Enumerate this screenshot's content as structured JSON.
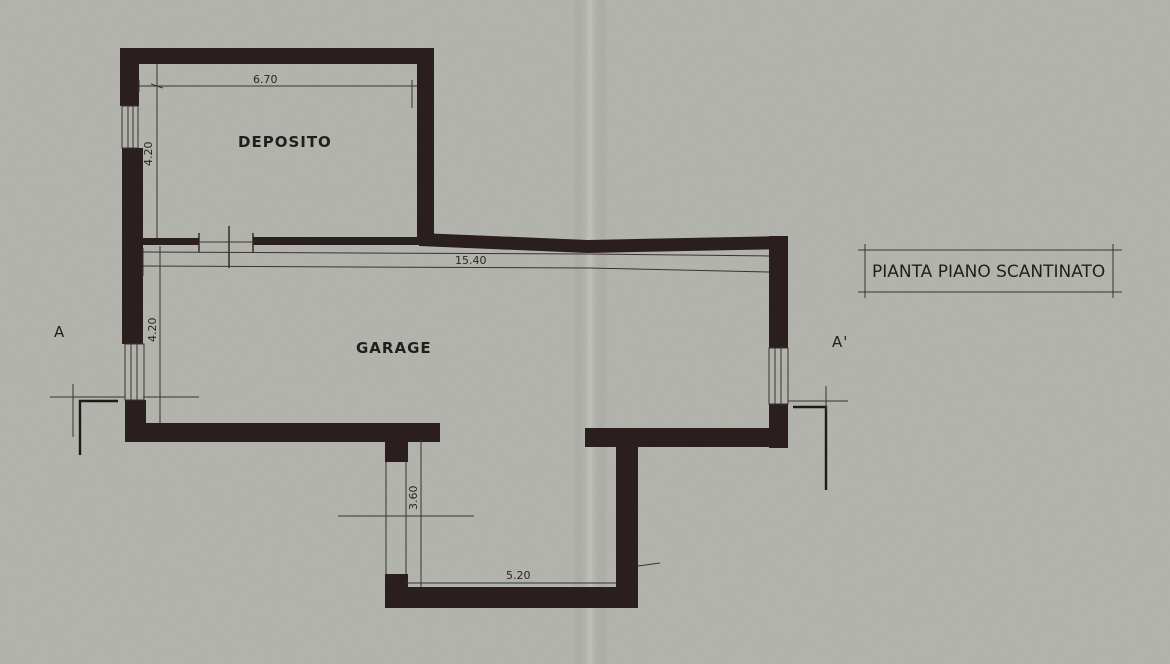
{
  "plan": {
    "title": "PIANTA PIANO SCANTINATO",
    "rooms": {
      "deposito": "DEPOSITO",
      "garage": "GARAGE"
    },
    "dimensions": {
      "deposito_width": "6.70",
      "deposito_depth": "4.20",
      "total_length": "15.40",
      "garage_depth": "4.20",
      "ramp_length": "3.60",
      "ramp_width": "5.20"
    },
    "section_marks": {
      "left": "A",
      "right": "A'"
    }
  },
  "colors": {
    "paper": "#b6b7b0",
    "wall": "#2a1e1e",
    "ink": "#221e1b"
  }
}
